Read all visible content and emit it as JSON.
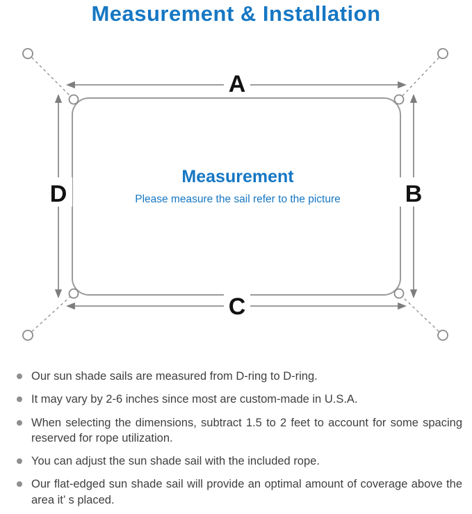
{
  "page": {
    "title": "Measurement & Installation"
  },
  "diagram": {
    "side_labels": {
      "top": "A",
      "right": "B",
      "bottom": "C",
      "left": "D"
    },
    "center": {
      "title": "Measurement",
      "subtitle": "Please measure the sail refer to the picture"
    },
    "colors": {
      "accent_blue": "#1677c3",
      "line_gray": "#9a9a9a",
      "arrow_gray": "#7d7d7d",
      "label_black": "#111111"
    }
  },
  "notes": {
    "items": [
      "Our sun shade sails are measured from D-ring to D-ring.",
      "It may vary by 2-6 inches since most are custom-made in U.S.A.",
      "When selecting the dimensions, subtract 1.5 to 2 feet to account for some spacing reserved for rope utilization.",
      "You can adjust the sun shade sail with the included rope.",
      "Our flat-edged sun shade sail will provide an optimal amount of coverage above the area it’ s placed."
    ]
  }
}
